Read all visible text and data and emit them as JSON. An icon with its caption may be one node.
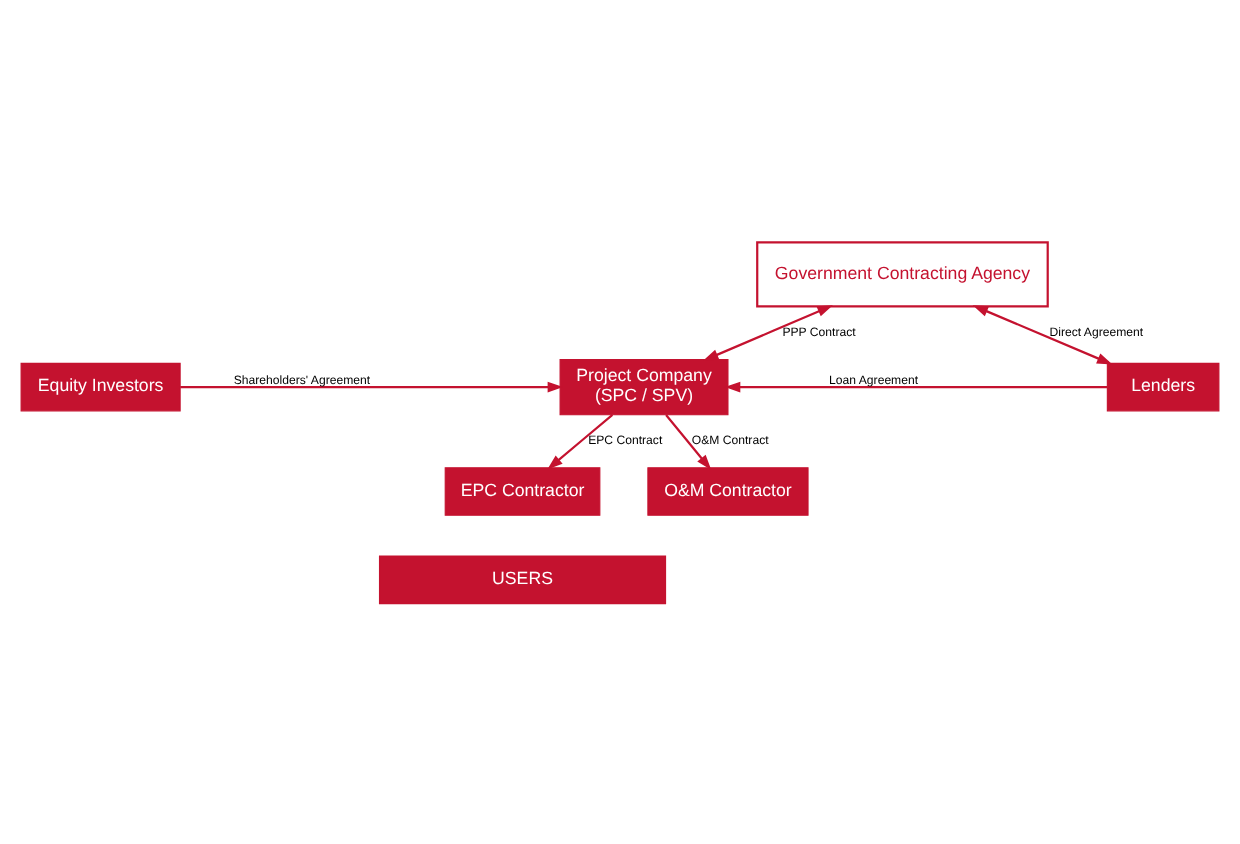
{
  "diagram": {
    "nodes": [
      {
        "text": [
          "Government Contracting Agency"
        ]
      },
      {
        "text": [
          "Equity Investors"
        ]
      },
      {
        "text": [
          "Project Company",
          "(SPC / SPV)"
        ]
      },
      {
        "text": [
          "Lenders"
        ]
      },
      {
        "text": [
          "EPC Contractor"
        ]
      },
      {
        "text": [
          "O&M Contractor"
        ]
      },
      {
        "text": [
          "USERS"
        ]
      }
    ],
    "edges": [
      {
        "from": 2,
        "to": 0,
        "arrow": "both",
        "label": "PPP Contract"
      },
      {
        "from": 3,
        "to": 0,
        "arrow": "both",
        "label": "Direct Agreement"
      },
      {
        "from": 1,
        "to": 2,
        "arrow": "to",
        "label": "Shareholders' Agreement"
      },
      {
        "from": 3,
        "to": 2,
        "arrow": "to",
        "label": "Loan Agreement"
      },
      {
        "from": 2,
        "to": 4,
        "arrow": "to",
        "label": "EPC Contract"
      },
      {
        "from": 2,
        "to": 5,
        "arrow": "to",
        "label": "O&M Contract"
      }
    ]
  }
}
